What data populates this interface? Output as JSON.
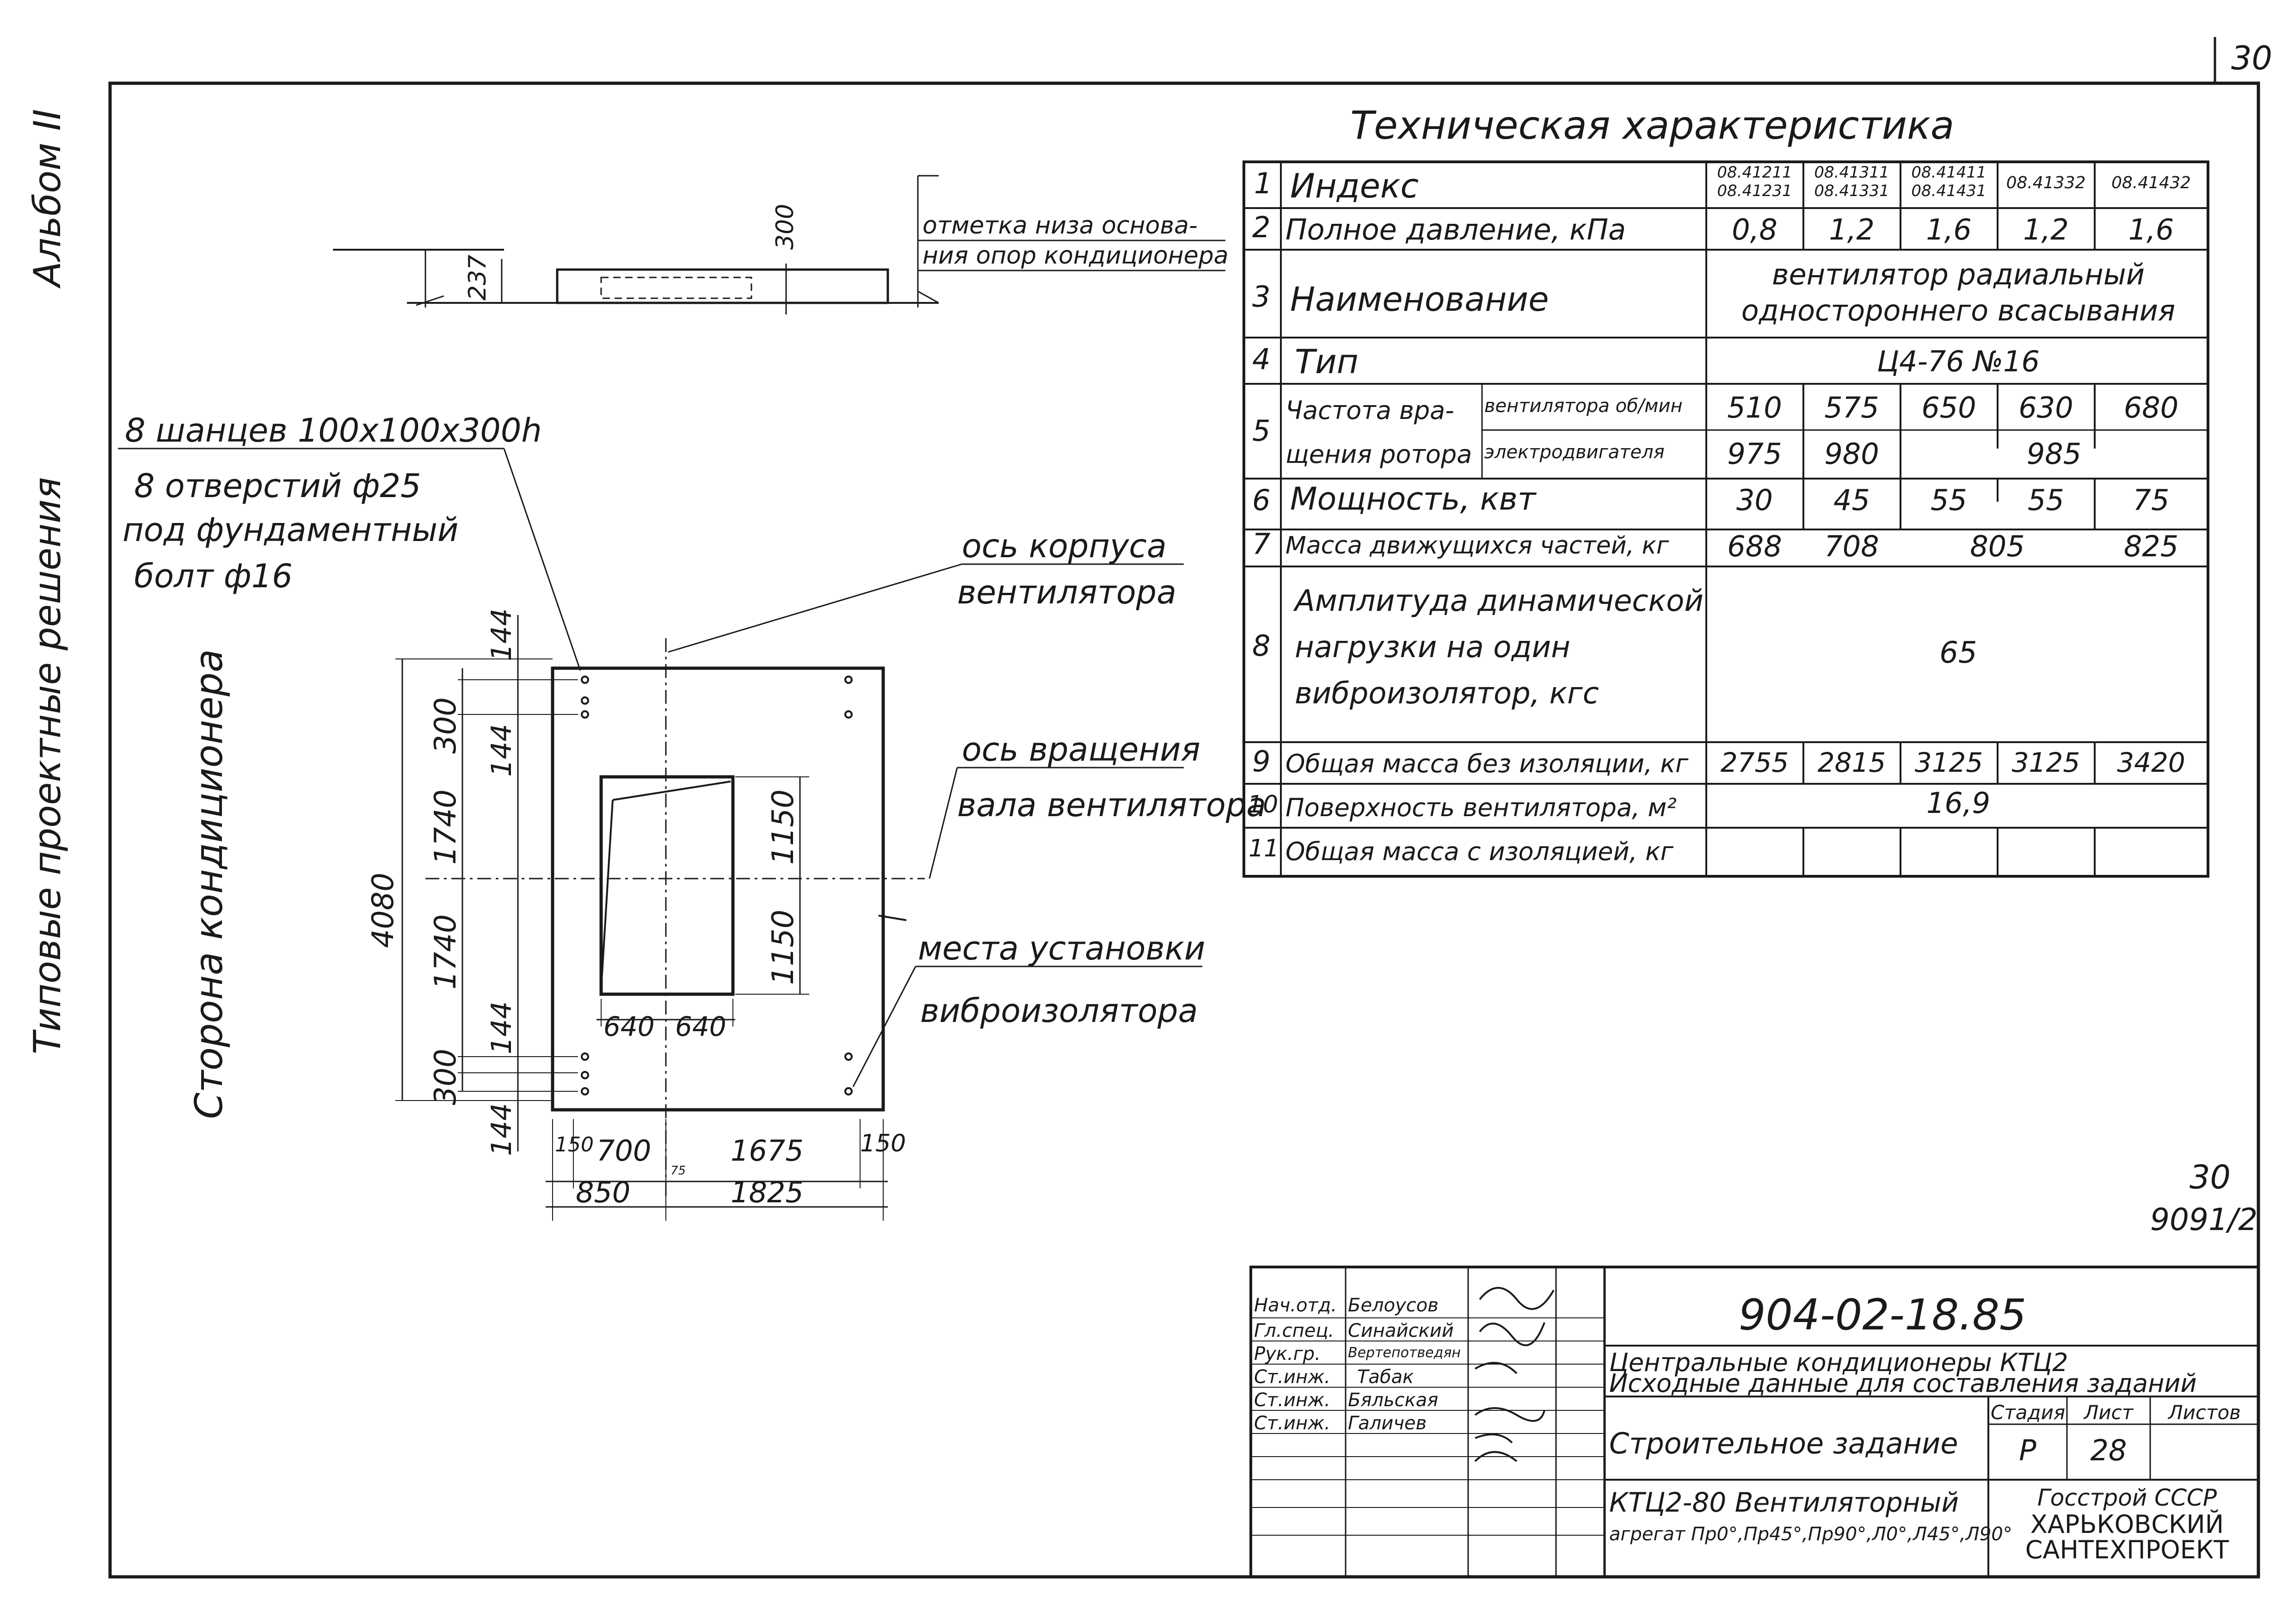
{
  "sheet": {
    "corner_number": "30",
    "side_left_top": "Альбом II",
    "side_left_bottom": "Типовые проектные решения",
    "sheet_ref_top": "30",
    "sheet_ref_bottom": "9091/2"
  },
  "plan": {
    "side_label": "Сторона кондиционера",
    "note_anchors": "8 шанцев 100x100x300h",
    "note_holes_1": "8 отверстий ф25",
    "note_holes_2": "под фундаментный",
    "note_holes_3": "болт ф16",
    "axis_body_1": "ось корпуса",
    "axis_body_2": "вентилятора",
    "axis_rot_1": "ось вращения",
    "axis_rot_2": "вала вентилятора",
    "mount_1": "места установки",
    "mount_2": "виброизолятора",
    "dims": {
      "d4080": "4080",
      "d300a": "300",
      "d144a": "144",
      "d144b": "144",
      "d1740a": "1740",
      "d1740b": "1740",
      "d144c": "144",
      "d300b": "300",
      "d144d": "144",
      "d1150a": "1150",
      "d1150b": "1150",
      "d640a": "640",
      "d640b": "640",
      "d150a": "150",
      "d700": "700",
      "d1675": "1675",
      "d150b": "150",
      "d850": "850",
      "d1825": "1825",
      "d75": "75"
    }
  },
  "section": {
    "note_1": "отметка низа основа-",
    "note_2": "ния опор кондиционера",
    "d237": "237",
    "d300": "300"
  },
  "tech": {
    "title": "Техническая характеристика",
    "rows": [
      {
        "n": "1",
        "label": "Индекс",
        "cells": [
          "08.41211\n08.41231",
          "08.41311\n08.41331",
          "08.41411\n08.41431",
          "08.41332",
          "08.41432"
        ]
      },
      {
        "n": "2",
        "label": "Полное давление, кПа",
        "cells": [
          "0,8",
          "1,2",
          "1,6",
          "1,2",
          "1,6"
        ]
      },
      {
        "n": "3",
        "label": "Наименование",
        "merged": "вентилятор радиальный\nодностороннего всасывания"
      },
      {
        "n": "4",
        "label": "Тип",
        "merged": "Ц4-76 №16"
      },
      {
        "n": "5",
        "label": "Частота вра-\nщения ротора",
        "sub1": "вентилятора об/мин",
        "sub2": "электродвигателя",
        "cells1": [
          "510",
          "575",
          "650",
          "630",
          "680"
        ],
        "cells2a": [
          "975",
          "980"
        ],
        "cells2b": "985"
      },
      {
        "n": "6",
        "label": "Мощность, квт",
        "cells": [
          "30",
          "45",
          "55",
          "55",
          "75"
        ]
      },
      {
        "n": "7",
        "label": "Масса движущихся частей, кг",
        "cells_a": [
          "688",
          "708"
        ],
        "cells_b": "805",
        "cells_c": "825"
      },
      {
        "n": "8",
        "label": "Амплитуда динамической\nнагрузки на один\nвиброизолятор, кгс",
        "merged": "65"
      },
      {
        "n": "9",
        "label": "Общая масса без изоляции, кг",
        "cells": [
          "2755",
          "2815",
          "3125",
          "3125",
          "3420"
        ]
      },
      {
        "n": "10",
        "label": "Поверхность вентилятора, м²",
        "merged": "16,9"
      },
      {
        "n": "11",
        "label": "Общая масса с изоляцией, кг",
        "cells": [
          "",
          "",
          "",
          "",
          ""
        ]
      }
    ]
  },
  "stamp": {
    "doc_code": "904-02-18.85",
    "title_1": "Центральные кондиционеры КТЦ2",
    "title_2": "Исходные данные для составления заданий",
    "task": "Строительное задание",
    "subject_1": "КТЦ2-80 Вентиляторный",
    "subject_2": "агрегат Пр0°,Пр45°,Пр90°,Л0°,Л45°,Л90°",
    "org_1": "Госстрой СССР",
    "org_2": "ХАРЬКОВСКИЙ",
    "org_3": "САНТЕХПРОЕКТ",
    "stage_h": "Стадия",
    "sheet_h": "Лист",
    "sheets_h": "Листов",
    "stage": "Р",
    "sheet": "28",
    "people": [
      {
        "role": "Нач.отд.",
        "name": "Белоусов"
      },
      {
        "role": "Гл.спец.",
        "name": "Синайский"
      },
      {
        "role": "Рук.гр.",
        "name": "Вертепотведян"
      },
      {
        "role": "Ст.инж.",
        "name": "Табак"
      },
      {
        "role": "Ст.инж.",
        "name": "Бяльская"
      },
      {
        "role": "Ст.инж.",
        "name": "Галичев"
      }
    ]
  }
}
